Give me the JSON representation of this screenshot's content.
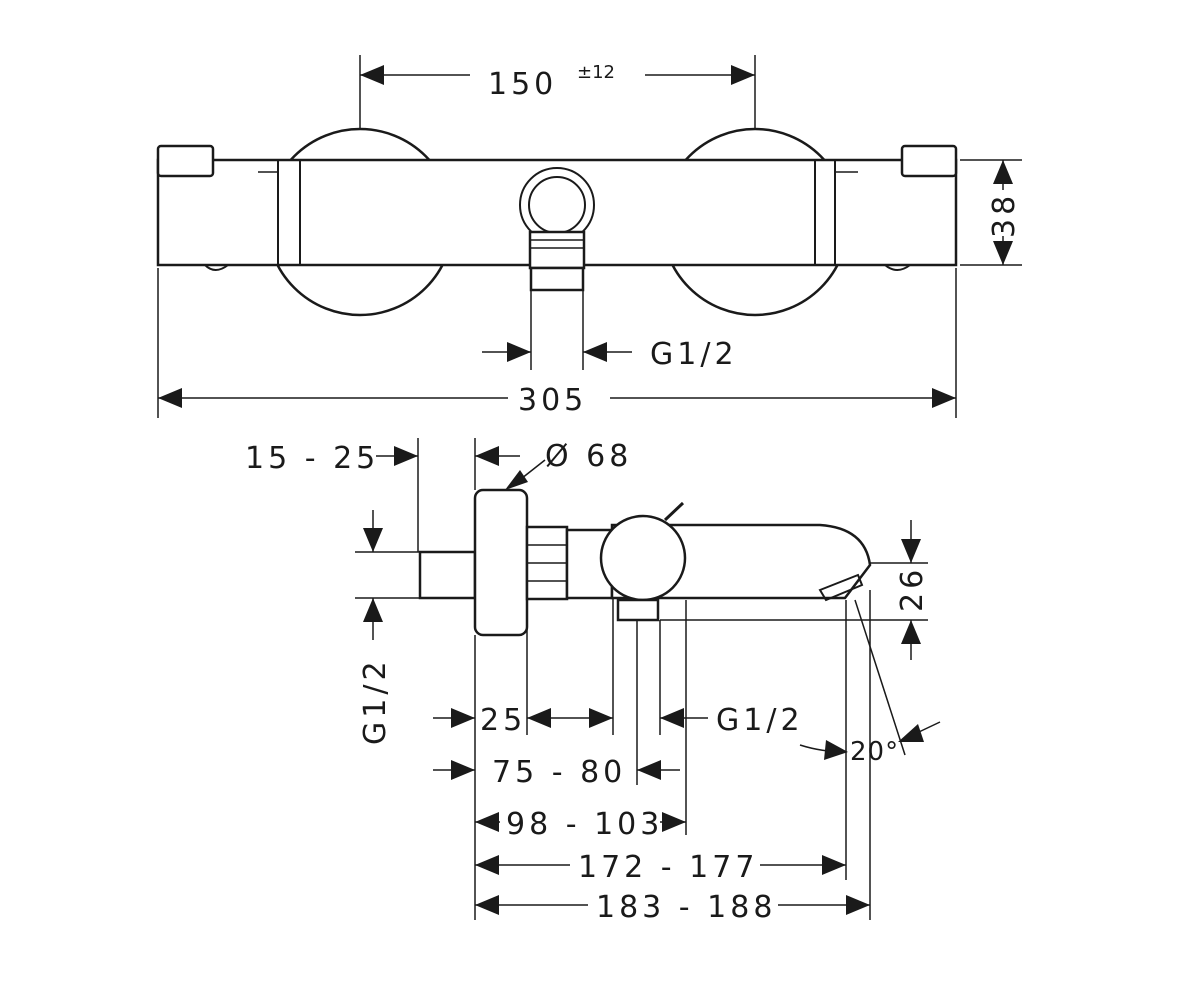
{
  "front_view": {
    "dim_spacing": "150",
    "dim_spacing_tol": "±12",
    "dim_height": "38",
    "dim_outlet_thread": "G1/2",
    "dim_total_width": "305"
  },
  "side_view": {
    "dim_wall_offset": "15 - 25",
    "dim_flange_dia": "Ø 68",
    "dim_inlet_thread": "G1/2",
    "dim_25": "25",
    "dim_outlet_thread": "G1/2",
    "dim_75_80": "75 - 80",
    "dim_98_103": "98 - 103",
    "dim_172_177": "172 - 177",
    "dim_183_188": "183 - 188",
    "dim_26": "26",
    "dim_angle": "20°"
  }
}
